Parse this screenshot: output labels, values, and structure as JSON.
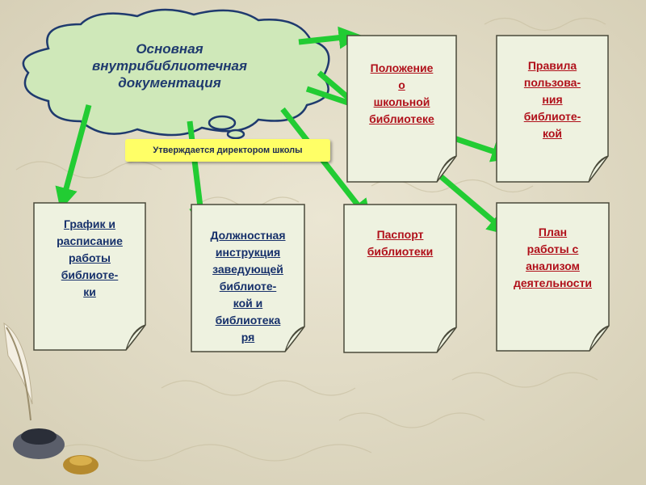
{
  "main_node": {
    "title": "Основная\nвнутрибиблиотечная\nдокументация"
  },
  "approval_note": "Утверждается директором школы",
  "documents": [
    {
      "id": "polozhenie",
      "label": "Положение\nо\nшкольной\nбиблиотеке",
      "color": "#b0101a"
    },
    {
      "id": "pravila",
      "label": "Правила\nпользова-\nния\nбиблиоте-\nкой",
      "color": "#b0101a"
    },
    {
      "id": "grafik",
      "label": "График и\nрасписание\nработы\nбиблиоте-\nки",
      "color": "#16306a"
    },
    {
      "id": "instrukcii",
      "label": "Должностная\nинструкция\nзаведующей\nбиблиоте-\nкой и\nбиблиотека\nря",
      "color": "#16306a"
    },
    {
      "id": "pasport",
      "label": "Паспорт\nбиблиотеки",
      "color": "#b0101a"
    },
    {
      "id": "plan",
      "label": "План\nработы с\nанализом\nдеятельности",
      "color": "#b0101a"
    }
  ],
  "colors": {
    "cloud_fill": "#cfe8b9",
    "cloud_stroke": "#1f3a6e",
    "arrow": "#22cc33",
    "page_fill": "#eef2e0",
    "page_stroke": "#4a4a3a",
    "banner": "#ffff66",
    "background": "#e2dcc6"
  }
}
